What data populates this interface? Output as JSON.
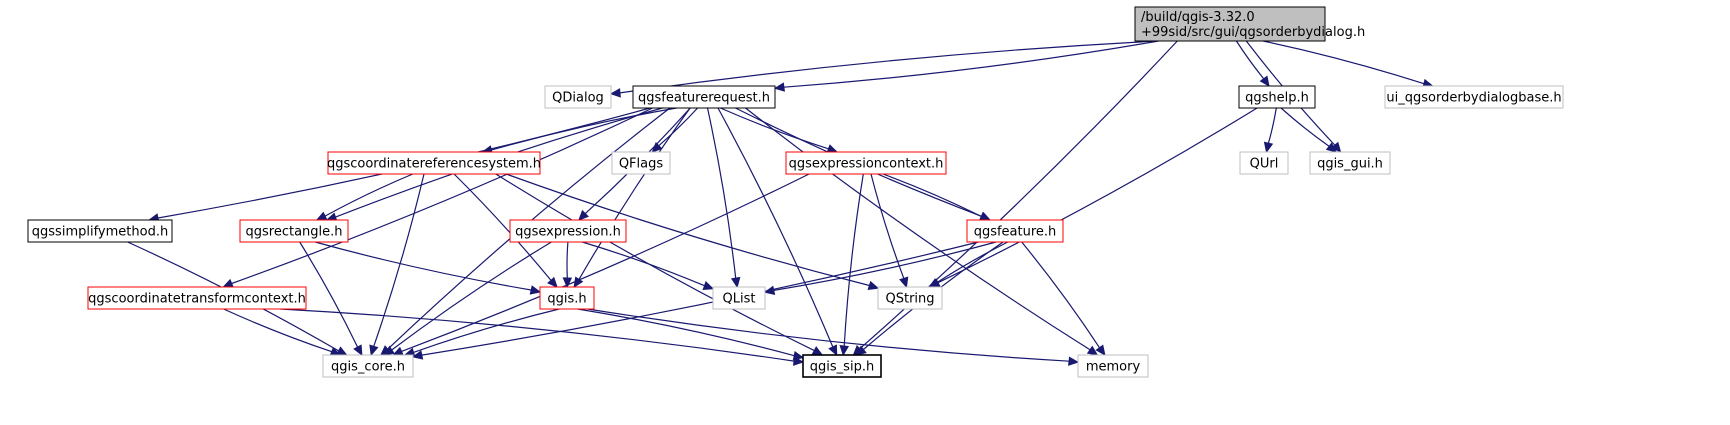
{
  "colors": {
    "edge": "#191970",
    "black_border": "#000000",
    "red_border": "#ff0000",
    "grey_border": "#bfbfbf",
    "root_fill": "#bfbfbf",
    "fill": "#ffffff"
  },
  "nodes": [
    {
      "id": "root",
      "lines": [
        "/build/qgis-3.32.0",
        "+99sid/src/gui/qgsorderbydialog.h"
      ],
      "style": "root"
    },
    {
      "id": "qdialog",
      "lines": [
        "QDialog"
      ],
      "style": "grey"
    },
    {
      "id": "qgsfeaturerequest",
      "lines": [
        "qgsfeaturerequest.h"
      ],
      "style": "black"
    },
    {
      "id": "qgshelp",
      "lines": [
        "qgshelp.h"
      ],
      "style": "black"
    },
    {
      "id": "ui_qgsorderbydialogbase",
      "lines": [
        "ui_qgsorderbydialogbase.h"
      ],
      "style": "grey"
    },
    {
      "id": "qgscoordinatereferencesystem",
      "lines": [
        "qgscoordinatereferencesystem.h"
      ],
      "style": "red"
    },
    {
      "id": "qflags",
      "lines": [
        "QFlags"
      ],
      "style": "grey"
    },
    {
      "id": "qgsexpressioncontext",
      "lines": [
        "qgsexpressioncontext.h"
      ],
      "style": "red"
    },
    {
      "id": "qurl",
      "lines": [
        "QUrl"
      ],
      "style": "grey"
    },
    {
      "id": "qgis_gui",
      "lines": [
        "qgis_gui.h"
      ],
      "style": "grey"
    },
    {
      "id": "qgssimplifymethod",
      "lines": [
        "qgssimplifymethod.h"
      ],
      "style": "black"
    },
    {
      "id": "qgsrectangle",
      "lines": [
        "qgsrectangle.h"
      ],
      "style": "red"
    },
    {
      "id": "qgsexpression",
      "lines": [
        "qgsexpression.h"
      ],
      "style": "red"
    },
    {
      "id": "qgsfeature",
      "lines": [
        "qgsfeature.h"
      ],
      "style": "red"
    },
    {
      "id": "qgscoordinatetransformcontext",
      "lines": [
        "qgscoordinatetransformcontext.h"
      ],
      "style": "red"
    },
    {
      "id": "qgis",
      "lines": [
        "qgis.h"
      ],
      "style": "red"
    },
    {
      "id": "qlist",
      "lines": [
        "QList"
      ],
      "style": "grey"
    },
    {
      "id": "qstring",
      "lines": [
        "QString"
      ],
      "style": "grey"
    },
    {
      "id": "qgis_core",
      "lines": [
        "qgis_core.h"
      ],
      "style": "grey"
    },
    {
      "id": "qgis_sip",
      "lines": [
        "qgis_sip.h"
      ],
      "style": "black"
    },
    {
      "id": "memory",
      "lines": [
        "memory"
      ],
      "style": "grey"
    }
  ],
  "edges": [
    {
      "from": "root",
      "to": "qdialog"
    },
    {
      "from": "root",
      "to": "qgsfeaturerequest"
    },
    {
      "from": "root",
      "to": "qgshelp"
    },
    {
      "from": "root",
      "to": "ui_qgsorderbydialogbase"
    },
    {
      "from": "root",
      "to": "qgis_gui"
    },
    {
      "from": "root",
      "to": "qgis_sip"
    },
    {
      "from": "qgsfeaturerequest",
      "to": "qgscoordinatereferencesystem"
    },
    {
      "from": "qgsfeaturerequest",
      "to": "qflags"
    },
    {
      "from": "qgsfeaturerequest",
      "to": "qgsexpressioncontext"
    },
    {
      "from": "qgsfeaturerequest",
      "to": "qgssimplifymethod"
    },
    {
      "from": "qgsfeaturerequest",
      "to": "qgsrectangle"
    },
    {
      "from": "qgsfeaturerequest",
      "to": "qgsexpression"
    },
    {
      "from": "qgsfeaturerequest",
      "to": "qgsfeature"
    },
    {
      "from": "qgsfeaturerequest",
      "to": "qgscoordinatetransformcontext"
    },
    {
      "from": "qgsfeaturerequest",
      "to": "qgis"
    },
    {
      "from": "qgsfeaturerequest",
      "to": "qlist"
    },
    {
      "from": "qgsfeaturerequest",
      "to": "qgis_core"
    },
    {
      "from": "qgsfeaturerequest",
      "to": "qgis_sip"
    },
    {
      "from": "qgsfeaturerequest",
      "to": "memory"
    },
    {
      "from": "qgshelp",
      "to": "qurl"
    },
    {
      "from": "qgshelp",
      "to": "qgis_gui"
    },
    {
      "from": "qgshelp",
      "to": "qstring"
    },
    {
      "from": "qgscoordinatereferencesystem",
      "to": "qgsrectangle"
    },
    {
      "from": "qgscoordinatereferencesystem",
      "to": "qgis"
    },
    {
      "from": "qgscoordinatereferencesystem",
      "to": "qstring"
    },
    {
      "from": "qgscoordinatereferencesystem",
      "to": "qgis_core"
    },
    {
      "from": "qgscoordinatereferencesystem",
      "to": "qgis_sip"
    },
    {
      "from": "qgsexpressioncontext",
      "to": "qgsfeature"
    },
    {
      "from": "qgsexpressioncontext",
      "to": "qstring"
    },
    {
      "from": "qgsexpressioncontext",
      "to": "qgis_core"
    },
    {
      "from": "qgsexpressioncontext",
      "to": "qgis_sip"
    },
    {
      "from": "qgssimplifymethod",
      "to": "qgis_core"
    },
    {
      "from": "qgsrectangle",
      "to": "qgis"
    },
    {
      "from": "qgsrectangle",
      "to": "qgis_core"
    },
    {
      "from": "qgsexpression",
      "to": "qgis"
    },
    {
      "from": "qgsexpression",
      "to": "qlist"
    },
    {
      "from": "qgsexpression",
      "to": "qgis_core"
    },
    {
      "from": "qgsfeature",
      "to": "qlist"
    },
    {
      "from": "qgsfeature",
      "to": "qstring"
    },
    {
      "from": "qgsfeature",
      "to": "qgis_core"
    },
    {
      "from": "qgsfeature",
      "to": "qgis_sip"
    },
    {
      "from": "qgsfeature",
      "to": "memory"
    },
    {
      "from": "qgscoordinatetransformcontext",
      "to": "qgis_core"
    },
    {
      "from": "qgscoordinatetransformcontext",
      "to": "qgis_sip"
    },
    {
      "from": "qgis",
      "to": "qgis_core"
    },
    {
      "from": "qgis",
      "to": "qgis_sip"
    },
    {
      "from": "qgis",
      "to": "memory"
    }
  ]
}
